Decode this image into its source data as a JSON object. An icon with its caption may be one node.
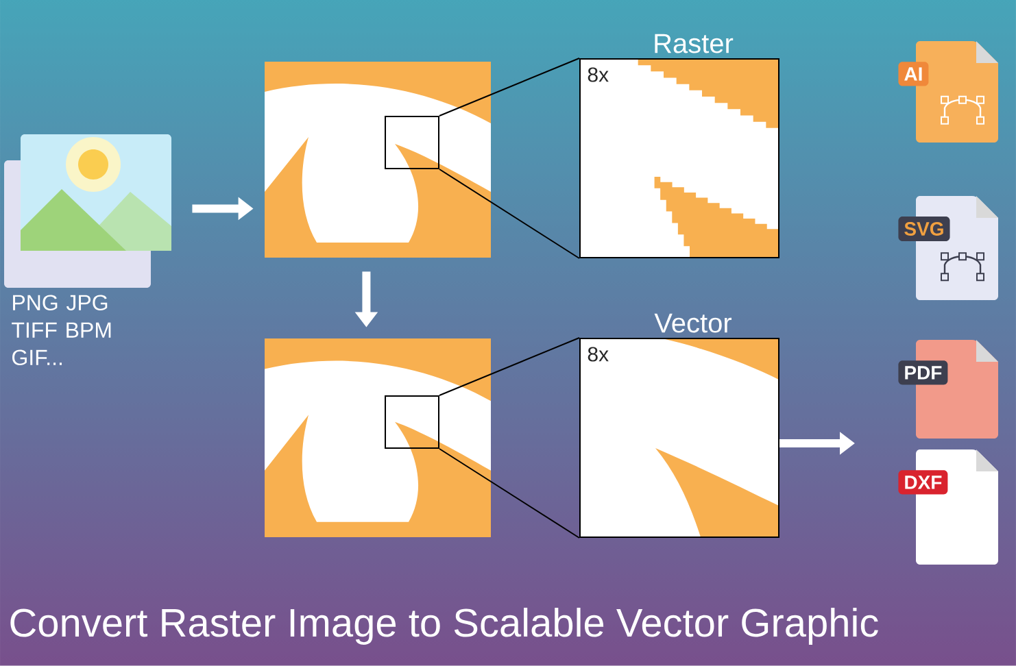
{
  "diagram": {
    "title": "Convert Raster Image to Scalable Vector Graphic",
    "nodes": [
      {
        "text": [],
        "shape": "picture",
        "beside": [
          "PNG JPG TIFF BPM GIF..."
        ]
      },
      {
        "text": [],
        "shape": "picture"
      },
      {
        "text": [],
        "shape": "box",
        "in": 1
      },
      {
        "text": [
          "Raster",
          "8x"
        ]
      },
      {
        "text": [],
        "shape": "picture"
      },
      {
        "text": [],
        "shape": "box",
        "in": 4
      },
      {
        "text": [
          "Vector",
          "8x"
        ]
      },
      {
        "text": [
          "AI"
        ]
      },
      {
        "text": [
          "SVG"
        ]
      },
      {
        "text": [
          "PDF"
        ]
      },
      {
        "text": [
          "DXF"
        ]
      }
    ],
    "edges": [
      {
        "from": 0,
        "to": 1,
        "arrow": "to",
        "style": "thick",
        "color": "#ffffff"
      },
      {
        "from": 1,
        "to": 4,
        "arrow": "to",
        "style": "thick",
        "color": "#ffffff"
      },
      {
        "from": 2,
        "to": 3,
        "arrow": "none"
      },
      {
        "from": 2,
        "to": 3,
        "arrow": "none"
      },
      {
        "from": 5,
        "to": 6,
        "arrow": "none"
      },
      {
        "from": 5,
        "to": 6,
        "arrow": "none"
      },
      {
        "from": 6,
        "to": null,
        "arrow": "to",
        "style": "thick",
        "color": "#ffffff"
      }
    ]
  }
}
